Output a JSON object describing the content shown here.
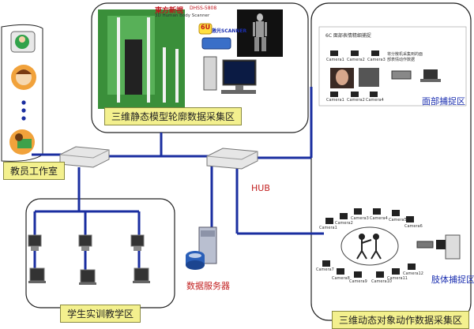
{
  "zones": {
    "static": "三维静态模型轮廓数据采集区",
    "teacher": "教员工作室",
    "training": "学生实训教学区",
    "dynamic": "三维动态对象动作数据采集区"
  },
  "devices": {
    "hub": "HUB",
    "data_server": "数据服务器"
  },
  "capture_areas": {
    "face": "面部捕捉区",
    "limb": "肢体捕捉区",
    "face_title": "6C 面部表情精细捕捉",
    "face_note": "将分散机采集到的面部表情动作数据"
  },
  "scanner": {
    "brand": "東方新視",
    "model": "DHSS-5808",
    "subtitle": "3D Human Body Scanner",
    "badge": "6U",
    "badge_text": "激光SCANNER"
  },
  "face_cameras": [
    "Camera1",
    "Camera2",
    "Camera3",
    "Camera1",
    "Camera2",
    "Camera4"
  ],
  "limb_cameras": [
    "Camera1",
    "Camera2",
    "Camera3",
    "Camera4",
    "Camera5",
    "Camera6",
    "Camera7",
    "Camera8",
    "Camera9",
    "Camera10",
    "Camera11",
    "Camera12"
  ],
  "colors": {
    "cable": "#1a2ea0",
    "label_bg": "#f3f08e",
    "accent_red": "#c22020",
    "label_blue": "#1b2fb0"
  }
}
